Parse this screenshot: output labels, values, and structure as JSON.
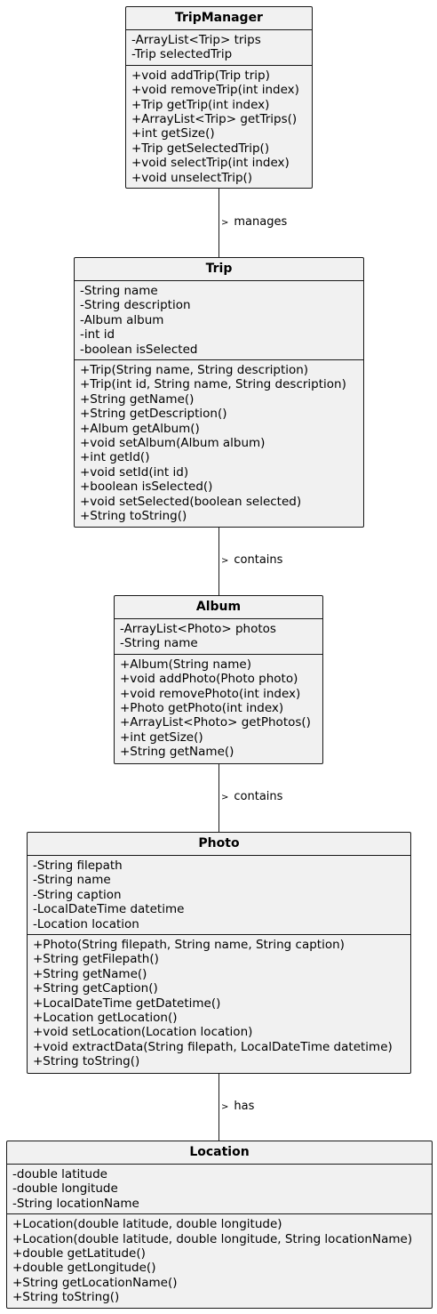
{
  "classes": [
    {
      "name": "TripManager",
      "attributes": [
        "-ArrayList<Trip> trips",
        "-Trip selectedTrip"
      ],
      "methods": [
        "+void addTrip(Trip trip)",
        "+void removeTrip(int index)",
        "+Trip getTrip(int index)",
        "+ArrayList<Trip> getTrips()",
        "+int getSize()",
        "+Trip getSelectedTrip()",
        "+void selectTrip(int index)",
        "+void unselectTrip()"
      ]
    },
    {
      "name": "Trip",
      "attributes": [
        "-String name",
        "-String description",
        "-Album album",
        "-int id",
        "-boolean isSelected"
      ],
      "methods": [
        "+Trip(String name, String description)",
        "+Trip(int id, String name, String description)",
        "+String getName()",
        "+String getDescription()",
        "+Album getAlbum()",
        "+void setAlbum(Album album)",
        "+int getId()",
        "+void setId(int id)",
        "+boolean isSelected()",
        "+void setSelected(boolean selected)",
        "+String toString()"
      ]
    },
    {
      "name": "Album",
      "attributes": [
        "-ArrayList<Photo> photos",
        "-String name"
      ],
      "methods": [
        "+Album(String name)",
        "+void addPhoto(Photo photo)",
        "+void removePhoto(int index)",
        "+Photo getPhoto(int index)",
        "+ArrayList<Photo> getPhotos()",
        "+int getSize()",
        "+String getName()"
      ]
    },
    {
      "name": "Photo",
      "attributes": [
        "-String filepath",
        "-String name",
        "-String caption",
        "-LocalDateTime datetime",
        "-Location location"
      ],
      "methods": [
        "+Photo(String filepath, String name, String caption)",
        "+String getFilepath()",
        "+String getName()",
        "+String getCaption()",
        "+LocalDateTime getDatetime()",
        "+Location getLocation()",
        "+void setLocation(Location location)",
        "+void extractData(String filepath, LocalDateTime datetime)",
        "+String toString()"
      ]
    },
    {
      "name": "Location",
      "attributes": [
        "-double latitude",
        "-double longitude",
        "-String locationName"
      ],
      "methods": [
        "+Location(double latitude, double longitude)",
        "+Location(double latitude, double longitude, String locationName)",
        "+double getLatitude()",
        "+double getLongitude()",
        "+String getLocationName()",
        "+String toString()"
      ]
    }
  ],
  "associations": [
    {
      "label": "manages",
      "arrow": ">"
    },
    {
      "label": "contains",
      "arrow": ">"
    },
    {
      "label": "contains",
      "arrow": ">"
    },
    {
      "label": "has",
      "arrow": ">"
    }
  ]
}
